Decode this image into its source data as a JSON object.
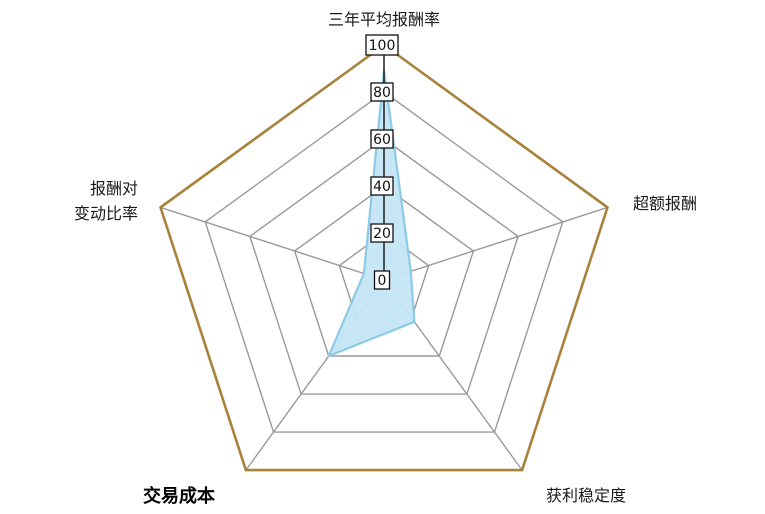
{
  "chart_data": {
    "type": "radar",
    "title": "",
    "axes": [
      {
        "label": "三年平均报酬率",
        "lines": [
          "三年平均报酬率"
        ],
        "bold": false
      },
      {
        "label": "超额报酬",
        "lines": [
          "超额报酬"
        ],
        "bold": false
      },
      {
        "label": "获利稳定度",
        "lines": [
          "获利稳定度"
        ],
        "bold": false
      },
      {
        "label": "交易成本",
        "lines": [
          "交易成本"
        ],
        "bold": true
      },
      {
        "label": "报酬对变动比率",
        "lines": [
          "报酬对",
          "变动比率"
        ],
        "bold": false
      }
    ],
    "categories": [
      "三年平均报酬率",
      "超额报酬",
      "获利稳定度",
      "交易成本",
      "报酬对变动比率"
    ],
    "series": [
      {
        "name": "score",
        "values": [
          89,
          12,
          22,
          40,
          9
        ]
      }
    ],
    "radial_ticks": [
      0,
      20,
      40,
      60,
      80,
      100
    ],
    "rlim": [
      0,
      100
    ],
    "grid": true,
    "legend": "none"
  },
  "labels": {
    "top": "三年平均报酬率",
    "right": "超额报酬",
    "bottom_right": "获利稳定度",
    "bottom_left": "交易成本",
    "left_line1": "报酬对",
    "left_line2": "变动比率"
  },
  "colors": {
    "outer_ring": "#a8823a",
    "grid": "#9a9a9a",
    "axis": "#111111",
    "fill": "#c4e6f7",
    "stroke": "#8ccae6",
    "tick_box_fill": "#ffffff",
    "tick_box_stroke": "#111111"
  }
}
